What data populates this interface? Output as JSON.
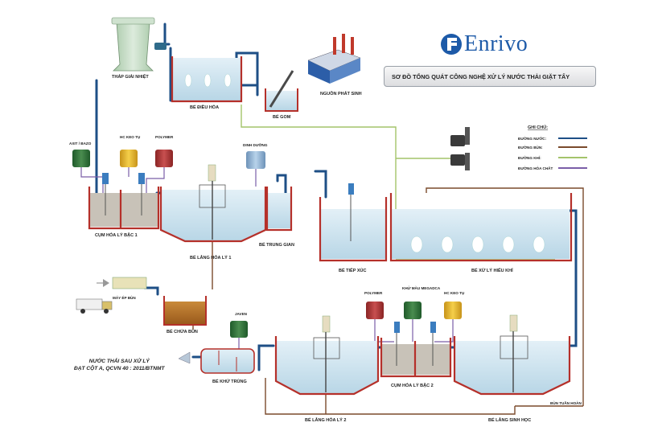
{
  "brand": {
    "name": "Enrivo",
    "color": "#1d5aa8"
  },
  "header": {
    "title": "SƠ ĐỒ TỔNG QUÁT CÔNG NGHỆ XỬ LÝ NƯỚC THẢI GIẶT TẨY"
  },
  "labels": {
    "cooling_tower": "THÁP GIẢI NHIỆT",
    "equalization_tank": "BỂ ĐIỀU HÒA",
    "collection_tank": "BỂ GOM",
    "source": "NGUỒN PHÁT SINH",
    "acid_base": "AXIT / BAZO",
    "coagulant_1": "HC KEO TỤ",
    "polymer_1": "POLYMER",
    "nutrient": "DINH DƯỠNG",
    "physchem_cluster_1": "CỤM HÓA LÝ BẬC 1",
    "settling_tank_1": "BỂ LẮNG HÓA LÝ 1",
    "intermediate_tank": "BỂ TRUNG GIAN",
    "contact_tank": "BỂ TIẾP XÚC",
    "aerobic_tank": "BỂ XỬ LÝ HIẾU KHÍ",
    "sludge_press": "MÁY ÉP BÙN",
    "sludge_tank": "BỂ CHỨA BÙN",
    "javen": "JAVEN",
    "disinfection_tank": "BỂ KHỬ TRÙNG",
    "polymer_2": "POLYMER",
    "decolorant": "KHỬ MÀU MEGADCA",
    "coagulant_2": "HC KEO TỤ",
    "physchem_cluster_2": "CỤM HÓA LÝ BẬC 2",
    "settling_tank_2": "BỂ LẮNG HÓA LÝ 2",
    "bio_settling_tank": "BỂ LẮNG SINH HỌC",
    "return_sludge": "BÙN TUẦN HOÀN"
  },
  "output": {
    "line1": "NƯỚC THẢI SAU XỬ LÝ",
    "line2": "ĐẠT CỘT A, QCVN 40 : 2011/BTNMT"
  },
  "legend": {
    "title": "GHI CHÚ:",
    "items": [
      {
        "label": "ĐƯỜNG NƯỚC:",
        "color": "#1e4f86"
      },
      {
        "label": "ĐƯỜNG BÙN:",
        "color": "#7a4a2c"
      },
      {
        "label": "ĐƯỜNG KHÍ:",
        "color": "#a4c46a"
      },
      {
        "label": "ĐƯỜNG HÓA CHẤT",
        "color": "#7a5ea8"
      }
    ]
  },
  "colors": {
    "water_pipe": "#1e4f86",
    "sludge_pipe": "#7a4a2c",
    "air_pipe": "#a4c46a",
    "chemical_pipe": "#7a5ea8",
    "tank_wall": "#b5302a",
    "water": "#cfe4ef"
  }
}
